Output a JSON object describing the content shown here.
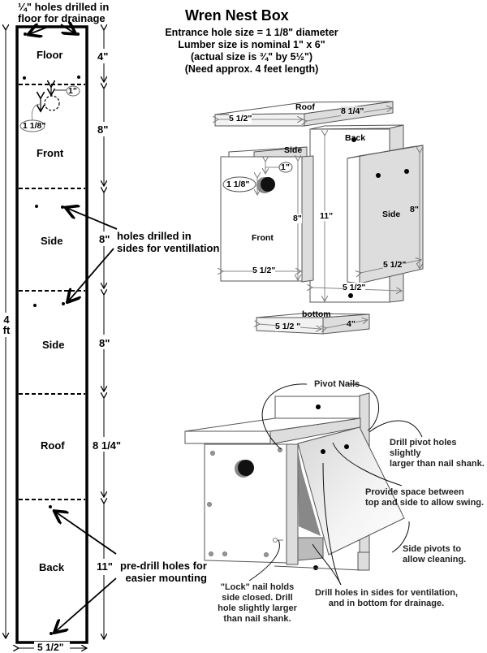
{
  "header": {
    "title": "Wren Nest Box",
    "specs": [
      "Entrance hole size = 1 1/8\" diameter",
      "Lumber size is nominal 1\" x 6\"",
      "(actual size is ¾\" by 5½\")",
      "(Need approx. 4 feet length)"
    ]
  },
  "cut_layout": {
    "top_note": [
      "¼\" holes drilled in",
      "floor for drainage"
    ],
    "total_length": [
      "4",
      "ft"
    ],
    "board_width": "5 1/2\"",
    "sections": [
      {
        "name": "Floor",
        "length": "4\""
      },
      {
        "name": "Front",
        "length": "8\""
      },
      {
        "name": "Side",
        "length": "8\""
      },
      {
        "name": "Side",
        "length": "8\""
      },
      {
        "name": "Roof",
        "length": "8 1/4\""
      },
      {
        "name": "Back",
        "length": "11\""
      }
    ],
    "front_hole_offset": "1\"",
    "front_hole_diameter": "1 1/8\"",
    "ventilation_note": [
      "holes drilled in",
      "sides for ventillation"
    ],
    "mounting_note": [
      "pre-drill holes for",
      "easier mounting"
    ]
  },
  "exploded_view": {
    "roof": {
      "label": "Roof",
      "width": "5 1/2\"",
      "length": "8 1/4\""
    },
    "side_top_label": "Side",
    "front": {
      "label": "Front",
      "hole_offset": "1\"",
      "hole_diameter": "1 1/8\"",
      "height": "8\"",
      "width": "5 1/2\""
    },
    "back": {
      "label": "Back",
      "height": "11\"",
      "width": "5 1/2\""
    },
    "side": {
      "label": "Side",
      "height": "8\"",
      "width": "5 1/2\""
    },
    "bottom": {
      "label": "bottom",
      "width": "5 1/2 \"",
      "depth": "4\""
    }
  },
  "assembled_view": {
    "notes": {
      "pivot_nails": "Pivot Nails",
      "drill_pivot": [
        "Drill pivot holes slightly",
        "larger than nail shank."
      ],
      "provide_space": [
        "Provide space between",
        "top and side to allow swing."
      ],
      "side_pivots": [
        "Side pivots to",
        "allow cleaning."
      ],
      "lock_nail": [
        "\"Lock\" nail holds",
        "side closed. Drill",
        "hole slightly larger",
        "than nail shank."
      ],
      "drill_holes": [
        "Drill holes in sides for ventilation,",
        "and in bottom for drainage."
      ]
    }
  }
}
